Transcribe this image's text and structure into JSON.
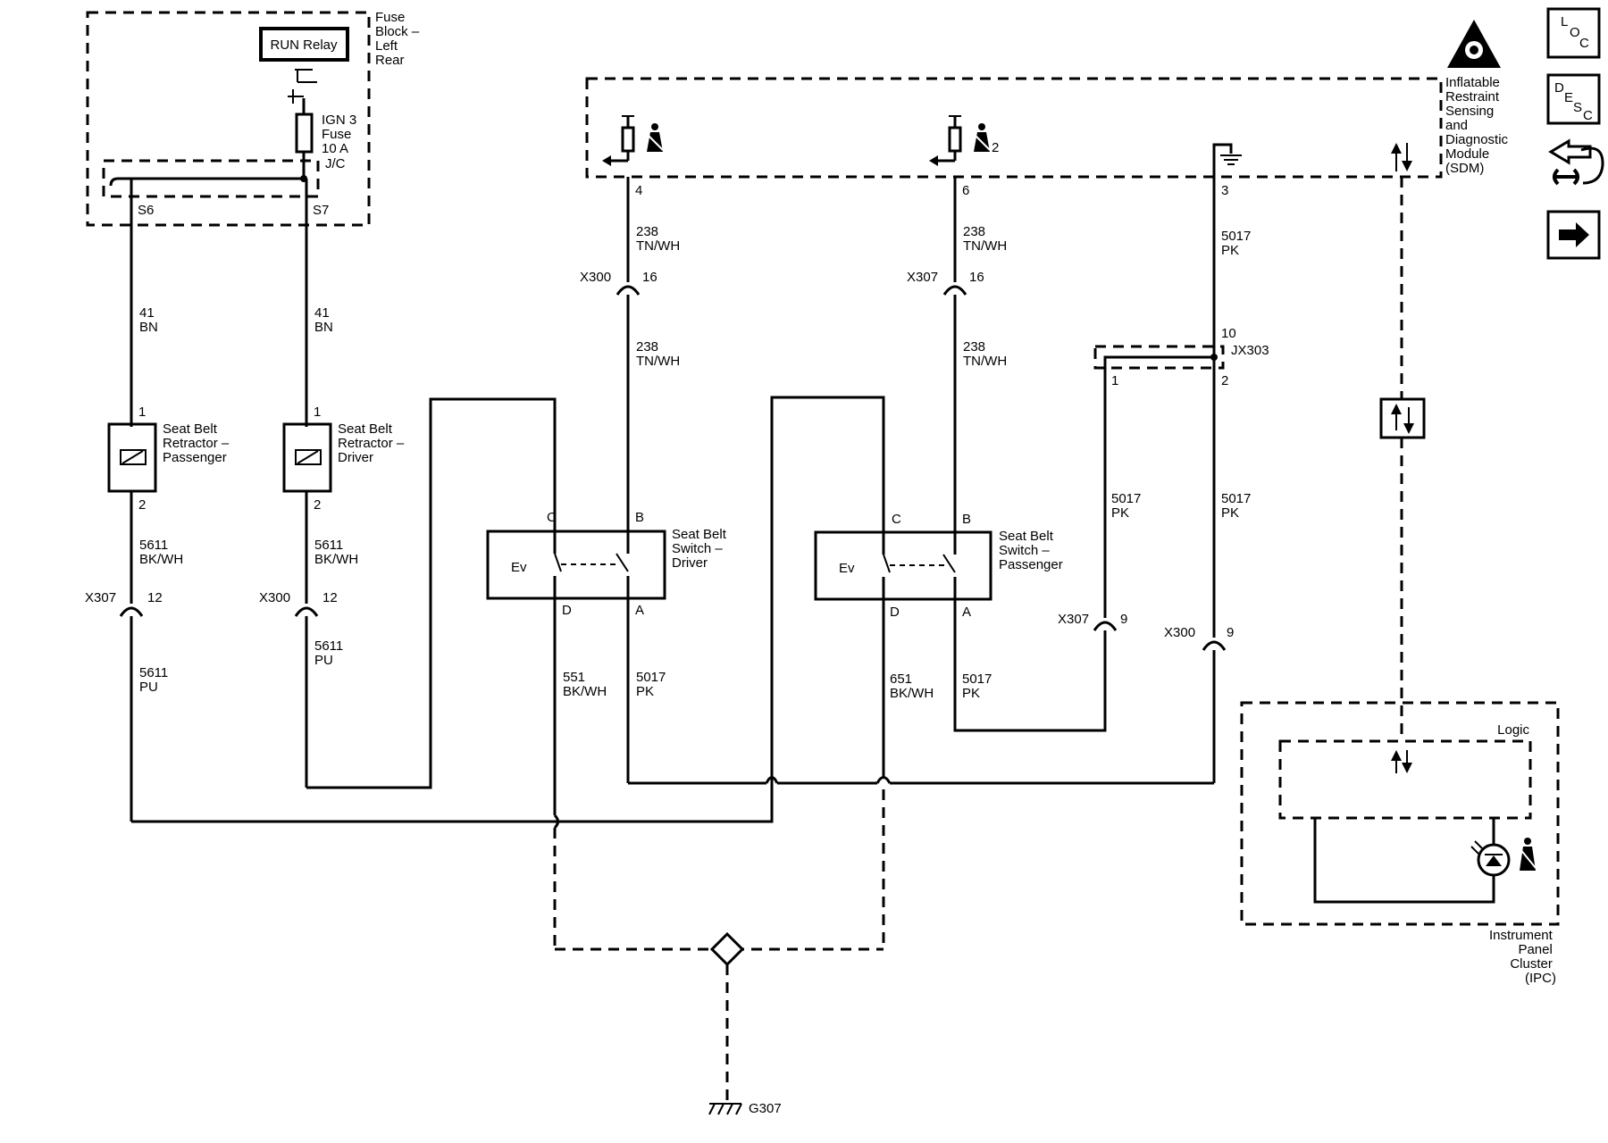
{
  "fuse_block": {
    "name_lines": [
      "Fuse",
      "Block –",
      "Left",
      "Rear"
    ],
    "relay": "RUN Relay",
    "fuse_lines": [
      "IGN 3",
      "Fuse",
      "10 A"
    ],
    "jc": "J/C",
    "splice_left": "S6",
    "splice_right": "S7"
  },
  "sdm": {
    "name_lines": [
      "Inflatable",
      "Restraint",
      "Sensing",
      "and",
      "Diagnostic",
      "Module",
      "(SDM)"
    ],
    "pin_driver": "4",
    "pin_passenger": "6",
    "pin_ground": "3",
    "passenger_suffix": "2"
  },
  "ipc": {
    "name_lines": [
      "Instrument",
      "Panel",
      "Cluster",
      "(IPC)"
    ],
    "logic": "Logic"
  },
  "retractor_passenger": {
    "name_lines": [
      "Seat Belt",
      "Retractor –",
      "Passenger"
    ],
    "pin_top": "1",
    "pin_bottom": "2"
  },
  "retractor_driver": {
    "name_lines": [
      "Seat Belt",
      "Retractor –",
      "Driver"
    ],
    "pin_top": "1",
    "pin_bottom": "2"
  },
  "switch_driver": {
    "name_lines": [
      "Seat Belt",
      "Switch –",
      "Driver"
    ],
    "pin_c": "C",
    "pin_b": "B",
    "pin_d": "D",
    "pin_a": "A",
    "ev": "Ev"
  },
  "switch_passenger": {
    "name_lines": [
      "Seat Belt",
      "Switch –",
      "Passenger"
    ],
    "pin_c": "C",
    "pin_b": "B",
    "pin_d": "D",
    "pin_a": "A",
    "ev": "Ev"
  },
  "wires": {
    "w41_left": [
      "41",
      "BN"
    ],
    "w41_right": [
      "41",
      "BN"
    ],
    "w5611_bkwh_left": [
      "5611",
      "BK/WH"
    ],
    "w5611_bkwh_right": [
      "5611",
      "BK/WH"
    ],
    "w5611_pu_left": [
      "5611",
      "PU"
    ],
    "w5611_pu_right": [
      "5611",
      "PU"
    ],
    "w238_d_top": [
      "238",
      "TN/WH"
    ],
    "w238_d_bot": [
      "238",
      "TN/WH"
    ],
    "w238_p_top": [
      "238",
      "TN/WH"
    ],
    "w238_p_bot": [
      "238",
      "TN/WH"
    ],
    "w551": [
      "551",
      "BK/WH"
    ],
    "w5017_da": [
      "5017",
      "PK"
    ],
    "w651": [
      "651",
      "BK/WH"
    ],
    "w5017_pa": [
      "5017",
      "PK"
    ],
    "w5017_top": [
      "5017",
      "PK"
    ],
    "w5017_j1": [
      "5017",
      "PK"
    ],
    "w5017_j2": [
      "5017",
      "PK"
    ]
  },
  "connectors": {
    "c1": {
      "name": "X307",
      "pin": "12"
    },
    "c2": {
      "name": "X300",
      "pin": "12"
    },
    "c3": {
      "name": "X300",
      "pin": "16"
    },
    "c4": {
      "name": "X307",
      "pin": "16"
    },
    "c5": {
      "name": "X307",
      "pin": "9"
    },
    "c6": {
      "name": "X300",
      "pin": "9"
    }
  },
  "junction": {
    "name": "JX303",
    "pin_top": "10",
    "pin_1": "1",
    "pin_2": "2"
  },
  "ground": "G307",
  "nav": {
    "loc": [
      "L",
      "O",
      "C"
    ],
    "desc": [
      "D",
      "E",
      "S",
      "C"
    ]
  }
}
